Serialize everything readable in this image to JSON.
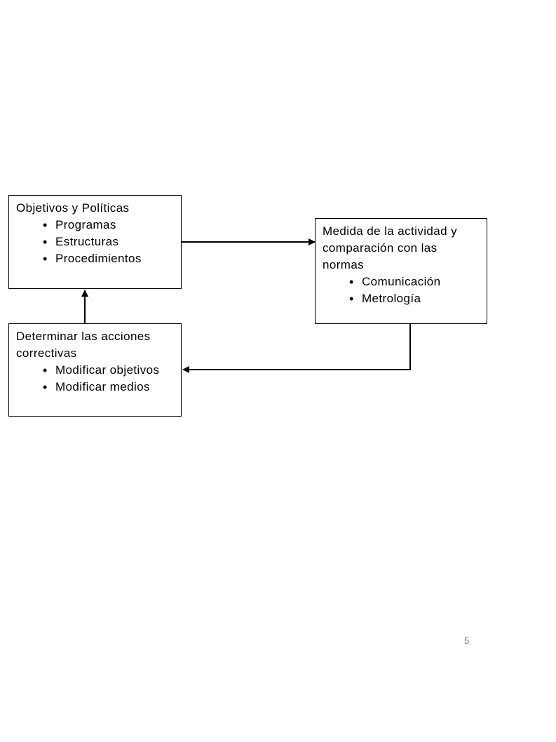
{
  "boxes": {
    "objetivos": {
      "title": "Objetivos y Políticas",
      "items": [
        "Programas",
        "Estructuras",
        "Procedimientos"
      ]
    },
    "medida": {
      "title": "Medida de la actividad y comparación con las normas",
      "items": [
        "Comunicación",
        "Metrología"
      ]
    },
    "acciones": {
      "title": "Determinar las acciones correctivas",
      "items": [
        "Modificar objetivos",
        "Modificar medios"
      ]
    }
  },
  "page": {
    "number": "5"
  },
  "colors": {
    "line": "#000000",
    "page_number": "#7f7f7f"
  }
}
